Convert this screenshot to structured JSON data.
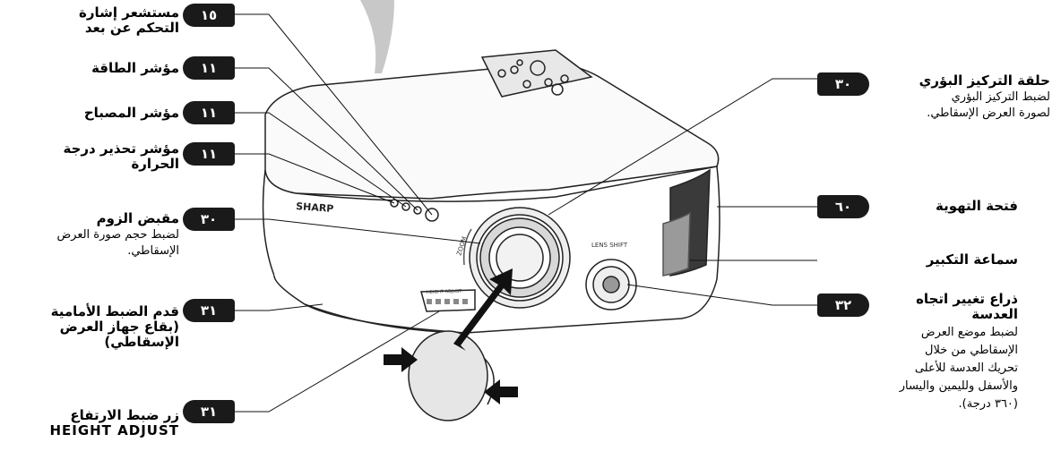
{
  "callouts_left": [
    {
      "id": "remote-sensor",
      "title_lines": [
        "مستشعر إشارة",
        "التحكم عن بعد"
      ],
      "page": "١٥",
      "desc_lines": []
    },
    {
      "id": "power-indicator",
      "title_lines": [
        "مؤشر الطاقة"
      ],
      "page": "١١",
      "desc_lines": []
    },
    {
      "id": "lamp-indicator",
      "title_lines": [
        "مؤشر المصباح"
      ],
      "page": "١١",
      "desc_lines": []
    },
    {
      "id": "temp-indicator",
      "title_lines": [
        "مؤشر تحذير درجة",
        "الحرارة"
      ],
      "page": "١١",
      "desc_lines": []
    },
    {
      "id": "zoom-knob",
      "title_lines": [
        "مقبض الزوم"
      ],
      "page": "٣٠",
      "desc_lines": [
        "لضبط حجم صورة العرض",
        "الإسقاطي."
      ]
    },
    {
      "id": "front-foot",
      "title_lines": [
        "قدم الضبط الأمامية",
        "(بقاع جهاز العرض",
        "الإسقاطي)"
      ],
      "page": "٣١",
      "desc_lines": []
    },
    {
      "id": "height-adjust",
      "title_lines": [
        "زر ضبط الارتفاع",
        "HEIGHT ADJUST"
      ],
      "page": "٣١",
      "desc_lines": []
    }
  ],
  "callouts_right": [
    {
      "id": "focus-ring",
      "title_lines": [
        "حلقة التركيز البؤري"
      ],
      "page": "٣٠",
      "desc_lines": [
        "لضبط التركيز البؤري",
        "لصورة العرض الإسقاطي."
      ]
    },
    {
      "id": "vent",
      "title_lines": [
        "فتحة التهوية"
      ],
      "page": "٦٠",
      "desc_lines": []
    },
    {
      "id": "speaker",
      "title_lines": [
        "سماعة التكبير"
      ],
      "page": "",
      "desc_lines": []
    },
    {
      "id": "lens-shift",
      "title_lines": [
        "ذراع تغيير اتجاه",
        "العدسة"
      ],
      "page": "٣٢",
      "desc_lines": [
        "لضبط موضع العرض",
        "الإسقاطي من خلال",
        "تحريك العدسة للأعلى",
        "والأسفل ولليمين واليسار",
        "(٣٦٠ درجة)."
      ]
    }
  ],
  "projector": {
    "brand": "SHARP",
    "zoom_text": "ZOOM",
    "lens_shift_text": "LENS SHIFT",
    "height_adjust_text": "HEIGHT ADJUST"
  }
}
